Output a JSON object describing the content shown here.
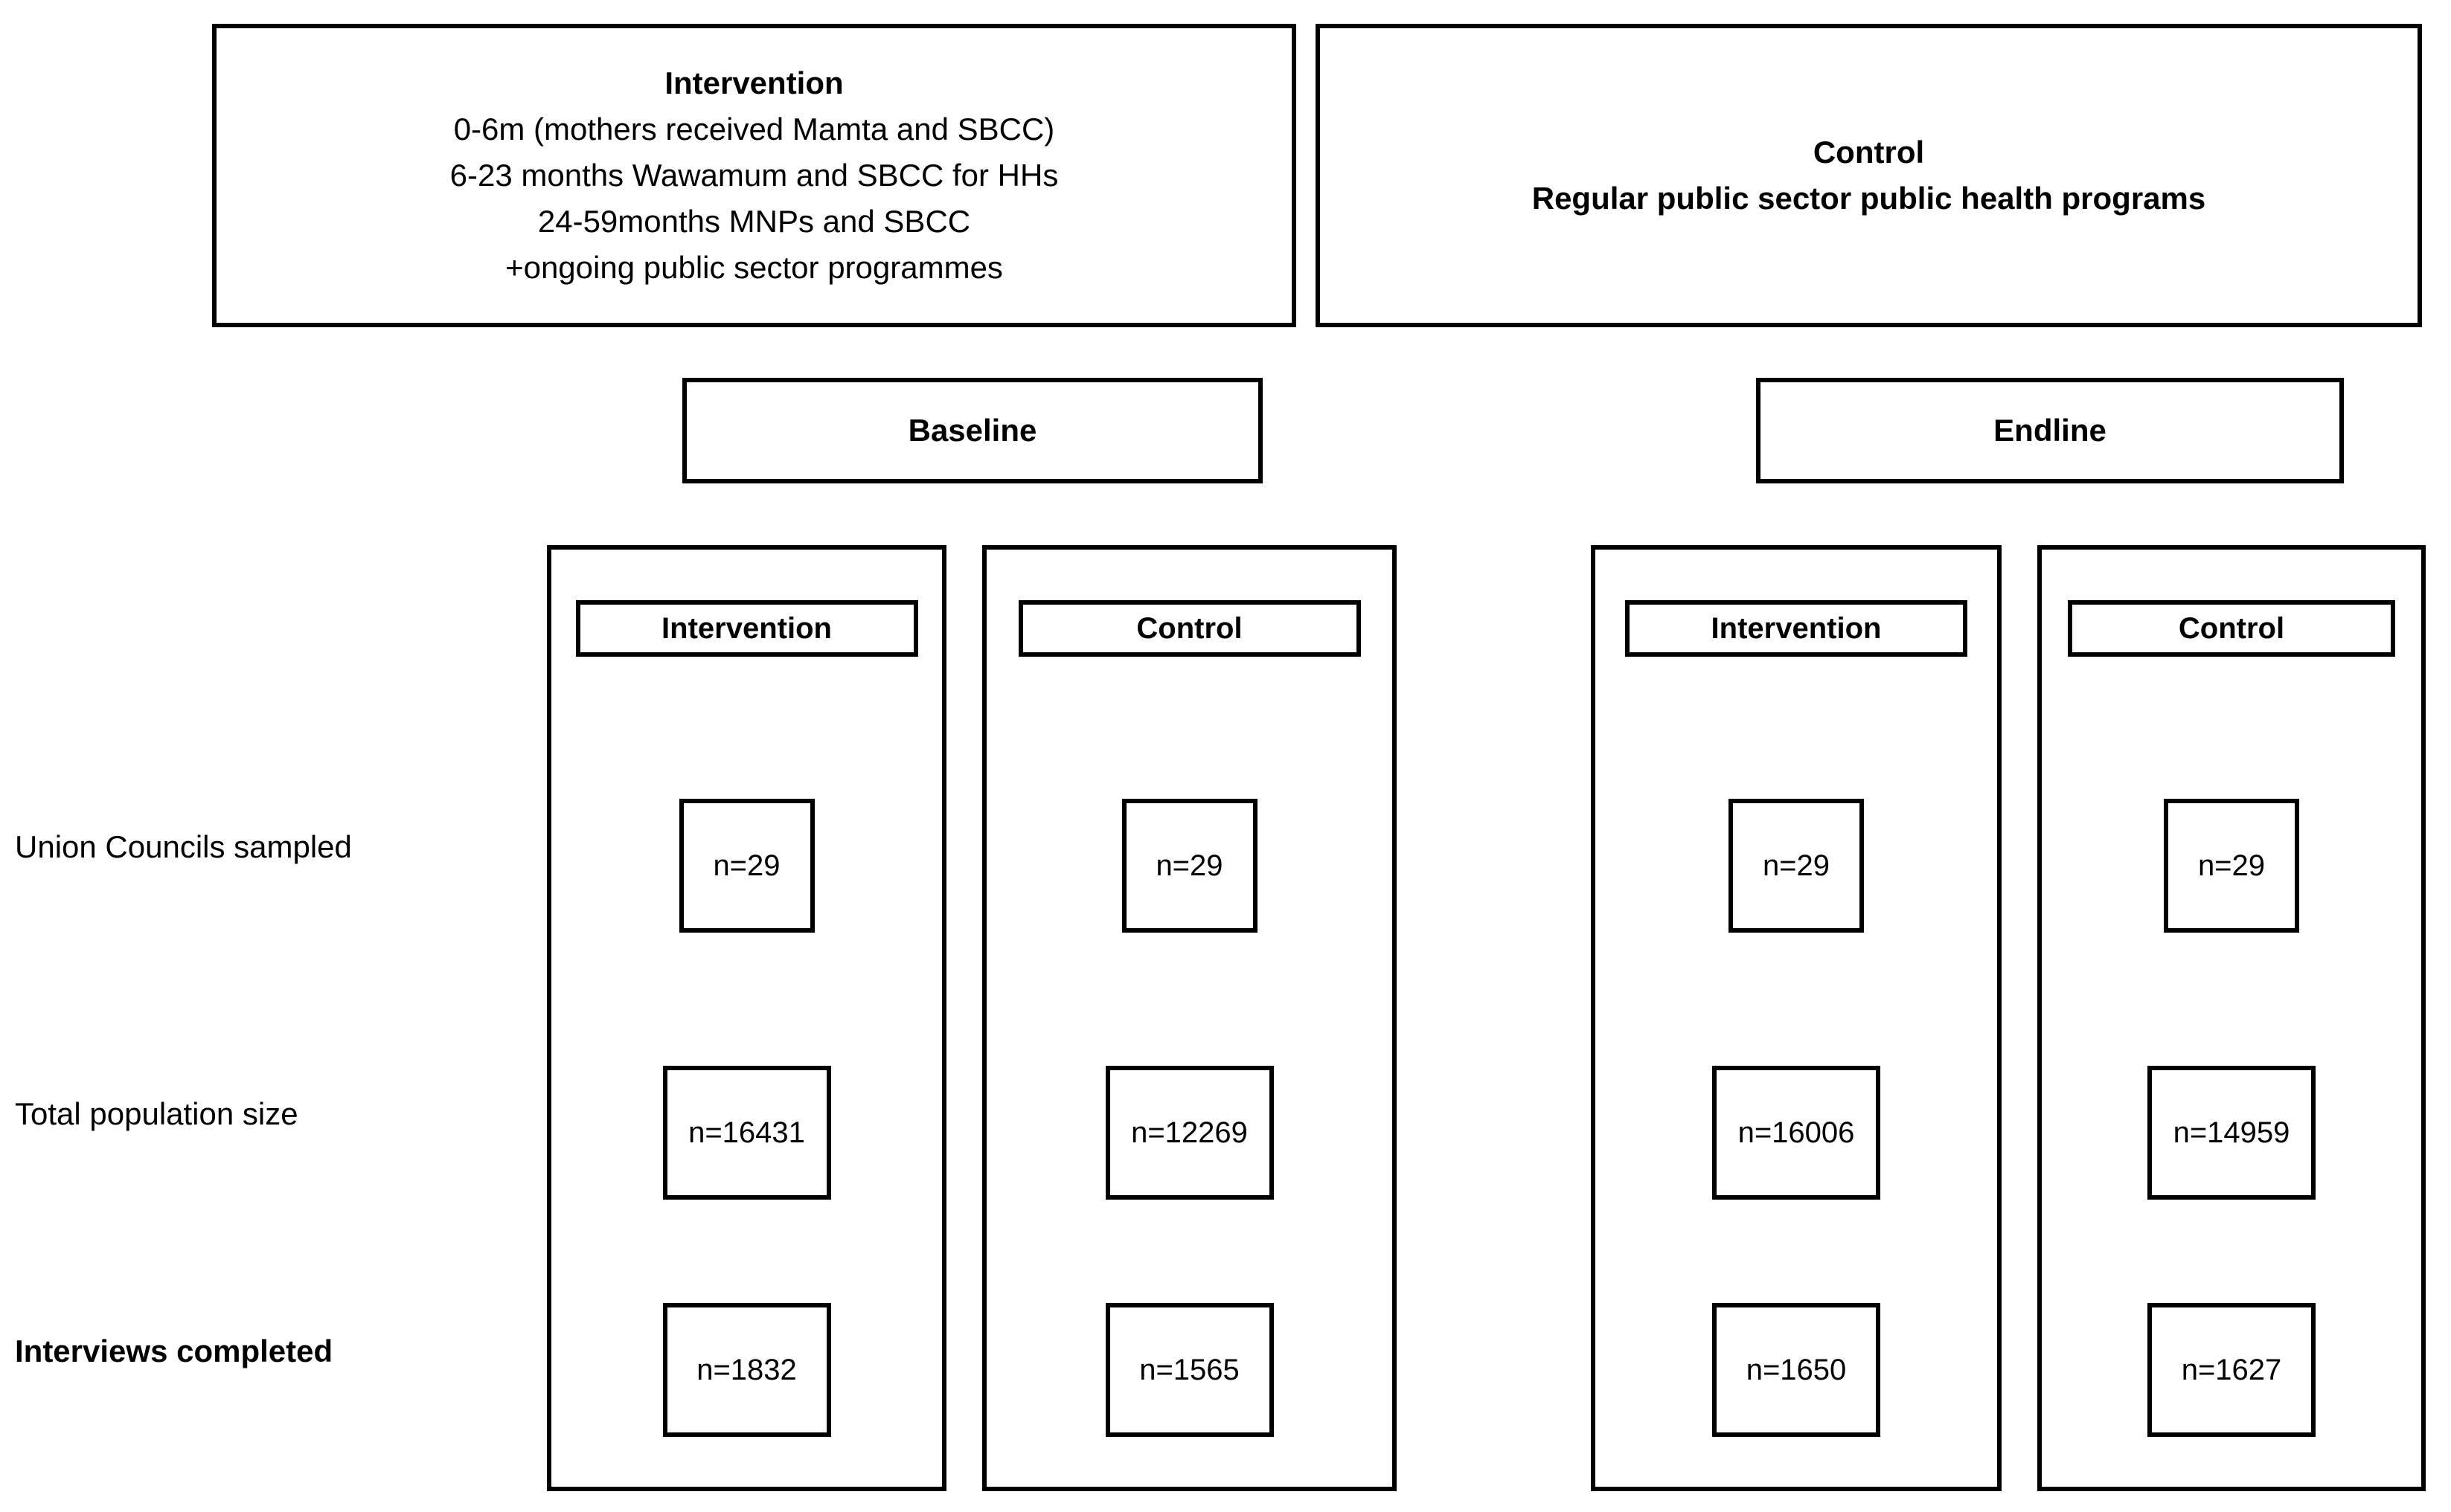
{
  "arms": [
    {
      "id": "intervention",
      "title": "Intervention",
      "lines": [
        "0-6m (mothers received Mamta and SBCC)",
        "6-23 months Wawamum and SBCC for HHs",
        "24-59months MNPs and SBCC",
        "+ongoing public sector programmes"
      ],
      "bold_lines": false
    },
    {
      "id": "control",
      "title": "Control",
      "lines": [
        "Regular public sector public health programs"
      ],
      "bold_lines": true
    }
  ],
  "phases": [
    {
      "id": "baseline",
      "label": "Baseline"
    },
    {
      "id": "endline",
      "label": "Endline"
    }
  ],
  "columns": [
    {
      "id": "baseline-intervention",
      "phase": "Baseline",
      "header": "Intervention"
    },
    {
      "id": "baseline-control",
      "phase": "Baseline",
      "header": "Control"
    },
    {
      "id": "endline-intervention",
      "phase": "Endline",
      "header": "Intervention"
    },
    {
      "id": "endline-control",
      "phase": "Endline",
      "header": "Control"
    }
  ],
  "rows": [
    {
      "id": "union-councils-sampled",
      "label": "Union Councils sampled",
      "bold": false
    },
    {
      "id": "total-population-size",
      "label": "Total population size",
      "bold": false
    },
    {
      "id": "interviews-completed",
      "label": "Interviews completed",
      "bold": true
    }
  ],
  "cells": {
    "baseline-intervention": [
      "n=29",
      "n=16431",
      "n=1832"
    ],
    "baseline-control": [
      "n=29",
      "n=12269",
      "n=1565"
    ],
    "endline-intervention": [
      "n=29",
      "n=16006",
      "n=1650"
    ],
    "endline-control": [
      "n=29",
      "n=14959",
      "n=1627"
    ]
  },
  "chart_data": {
    "type": "table",
    "title": "Cluster randomised trial flow: sampling and interviews by arm and survey round",
    "columns": [
      "Baseline Intervention",
      "Baseline Control",
      "Endline Intervention",
      "Endline Control"
    ],
    "categories": [
      "Union Councils sampled",
      "Total population size",
      "Interviews completed"
    ],
    "series": [
      {
        "name": "Baseline Intervention",
        "values": [
          29,
          16431,
          1832
        ]
      },
      {
        "name": "Baseline Control",
        "values": [
          29,
          12269,
          1565
        ]
      },
      {
        "name": "Endline Intervention",
        "values": [
          29,
          16006,
          1650
        ]
      },
      {
        "name": "Endline Control",
        "values": [
          29,
          14959,
          1627
        ]
      }
    ],
    "xlabel": "",
    "ylabel": "",
    "grid": false,
    "legend": "none"
  },
  "style": {
    "stroke_color": "#000000",
    "background_color": "#ffffff",
    "text_color": "#000000"
  }
}
